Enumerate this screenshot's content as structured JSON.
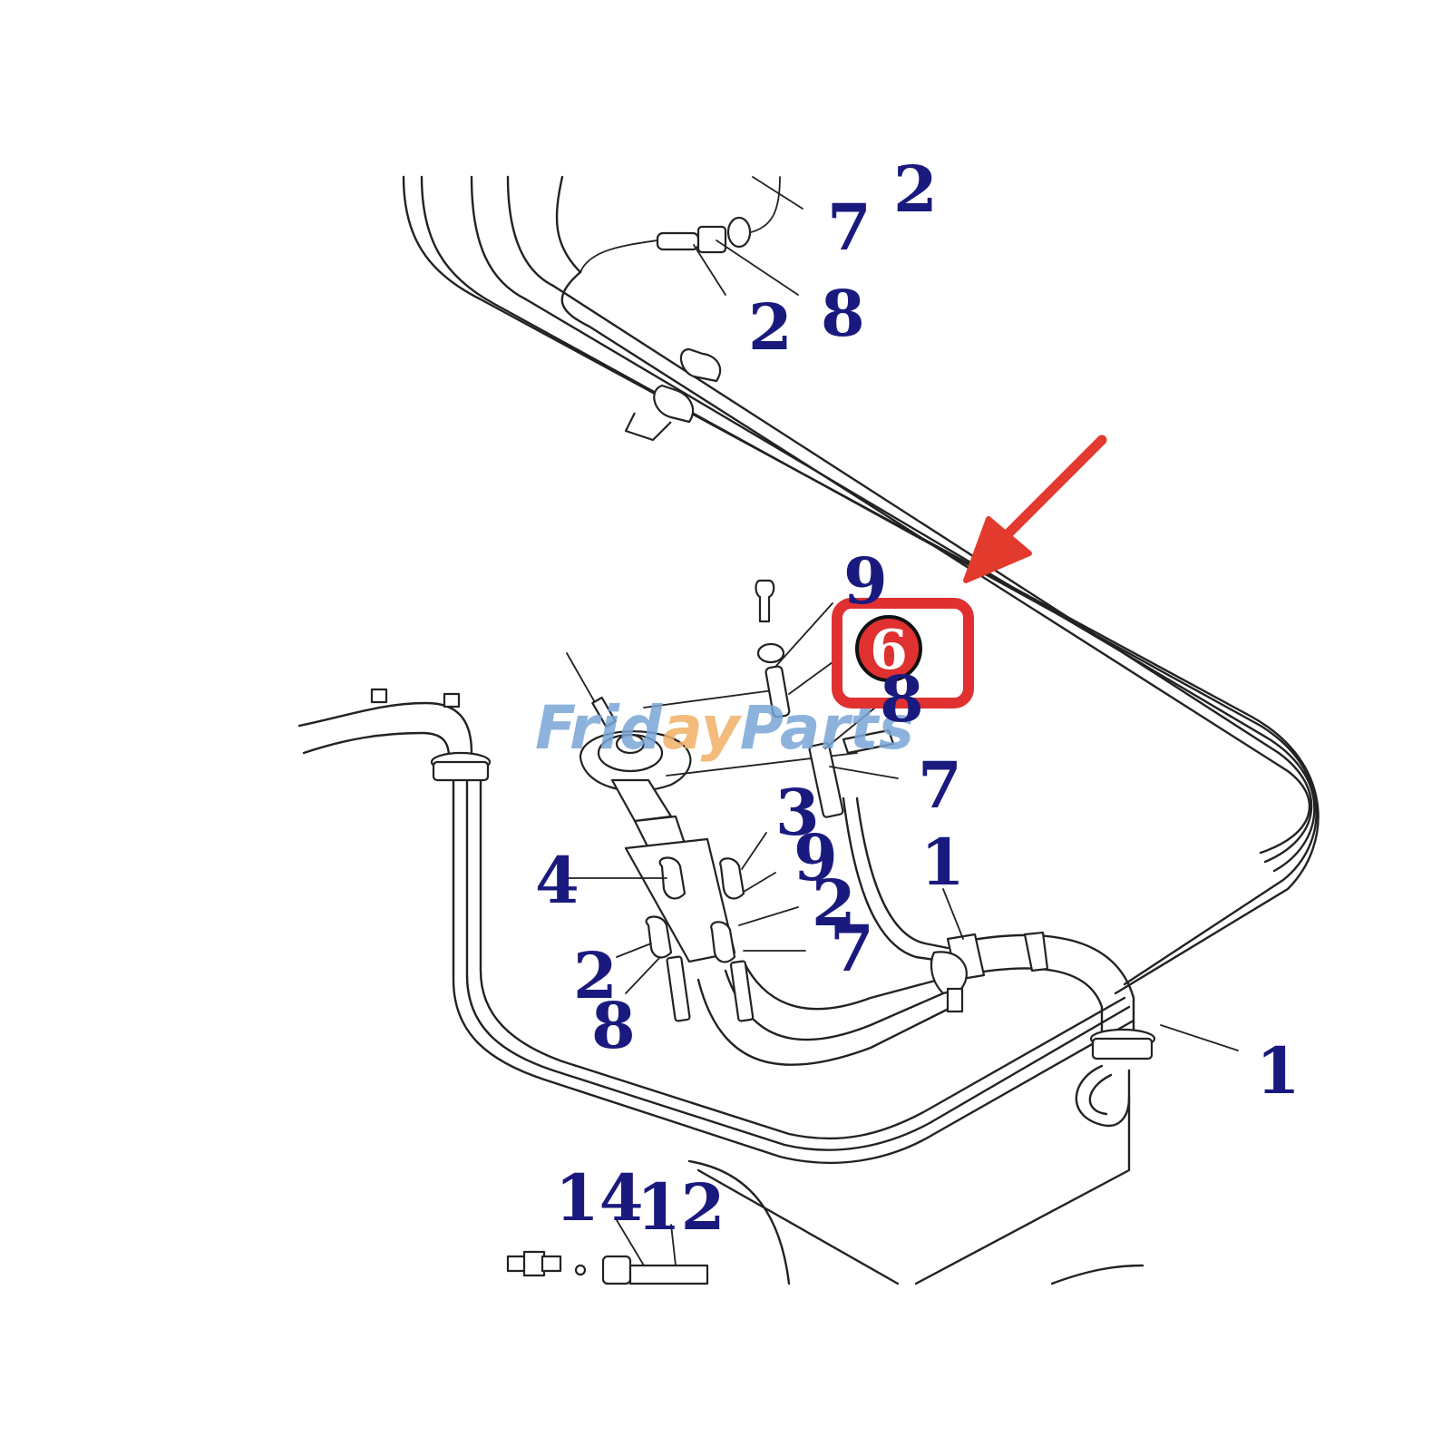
{
  "watermark": {
    "prefix": "Frid",
    "middle": "ay",
    "suffix": "Parts"
  },
  "labels": {
    "top_7": "7",
    "top_2_partial": "2",
    "top_2": "2",
    "top_8": "8",
    "mid_9": "9",
    "highlight_6": "6",
    "mid_8": "8",
    "mid_7": "7",
    "mid_3": "3",
    "mid_9b": "9",
    "mid_4": "4",
    "mid_2": "2",
    "mid_7b": "7",
    "mid_1": "1",
    "right_1": "1",
    "low_2": "2",
    "low_8": "8",
    "bottom_14": "14",
    "bottom_12": "12"
  },
  "colors": {
    "label": "#1a1a7e",
    "highlight": "#e03030",
    "arrow": "#e33a2e",
    "watermark_blue": "#7aa6d8",
    "watermark_orange": "#f2b066"
  }
}
